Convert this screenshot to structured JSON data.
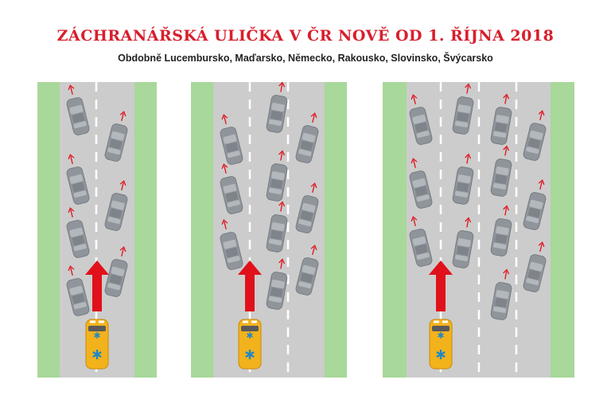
{
  "title": "ZÁCHRANÁŘSKÁ ULIČKA V ČR NOVĚ OD 1. ŘÍJNA 2018",
  "subtitle": "Obdobně Lucembursko, Maďarsko, Německo, Rakousko, Slovinsko, Švýcarsko",
  "colors": {
    "grass": "#a8d89a",
    "road": "#cccccc",
    "car": "#8f959b",
    "arrow": "#e0111b",
    "ambulance": "#f2b21b",
    "ambulance_cross": "#1e88c8",
    "lane_marking": "#ffffff"
  },
  "panels": [
    {
      "name": "two-lanes",
      "lanes": 2
    },
    {
      "name": "three-lanes",
      "lanes": 3
    },
    {
      "name": "four-lanes",
      "lanes": 4
    }
  ]
}
